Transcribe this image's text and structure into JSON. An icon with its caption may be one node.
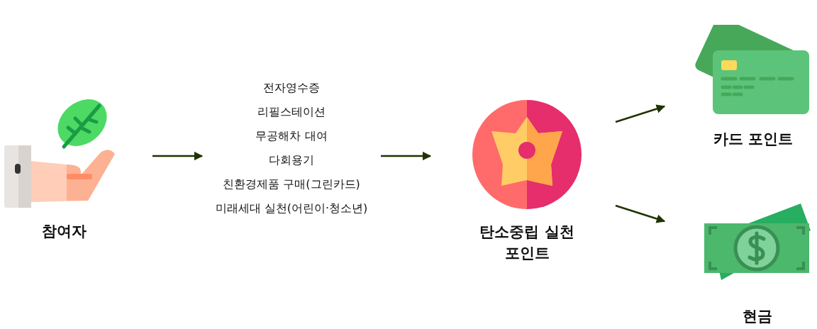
{
  "diagram": {
    "nodes": [
      {
        "text": [
          "참여자"
        ]
      },
      {
        "text": [
          "전자영수증",
          "리필스테이션",
          "무공해차 대여",
          "다회용기",
          "친환경제품 구매(그린카드)",
          "미래세대 실천(어린이·청소년)"
        ]
      },
      {
        "text": [
          "탄소중립 실천포인트"
        ]
      },
      {
        "text": [
          "카드 포인트"
        ]
      },
      {
        "text": [
          "현금"
        ]
      }
    ],
    "edges": [
      {
        "from": 0,
        "to": 1,
        "arrow": "to"
      },
      {
        "from": 1,
        "to": 2,
        "arrow": "to"
      },
      {
        "from": 2,
        "to": 3,
        "arrow": "to"
      },
      {
        "from": 2,
        "to": 4,
        "arrow": "to"
      }
    ]
  }
}
